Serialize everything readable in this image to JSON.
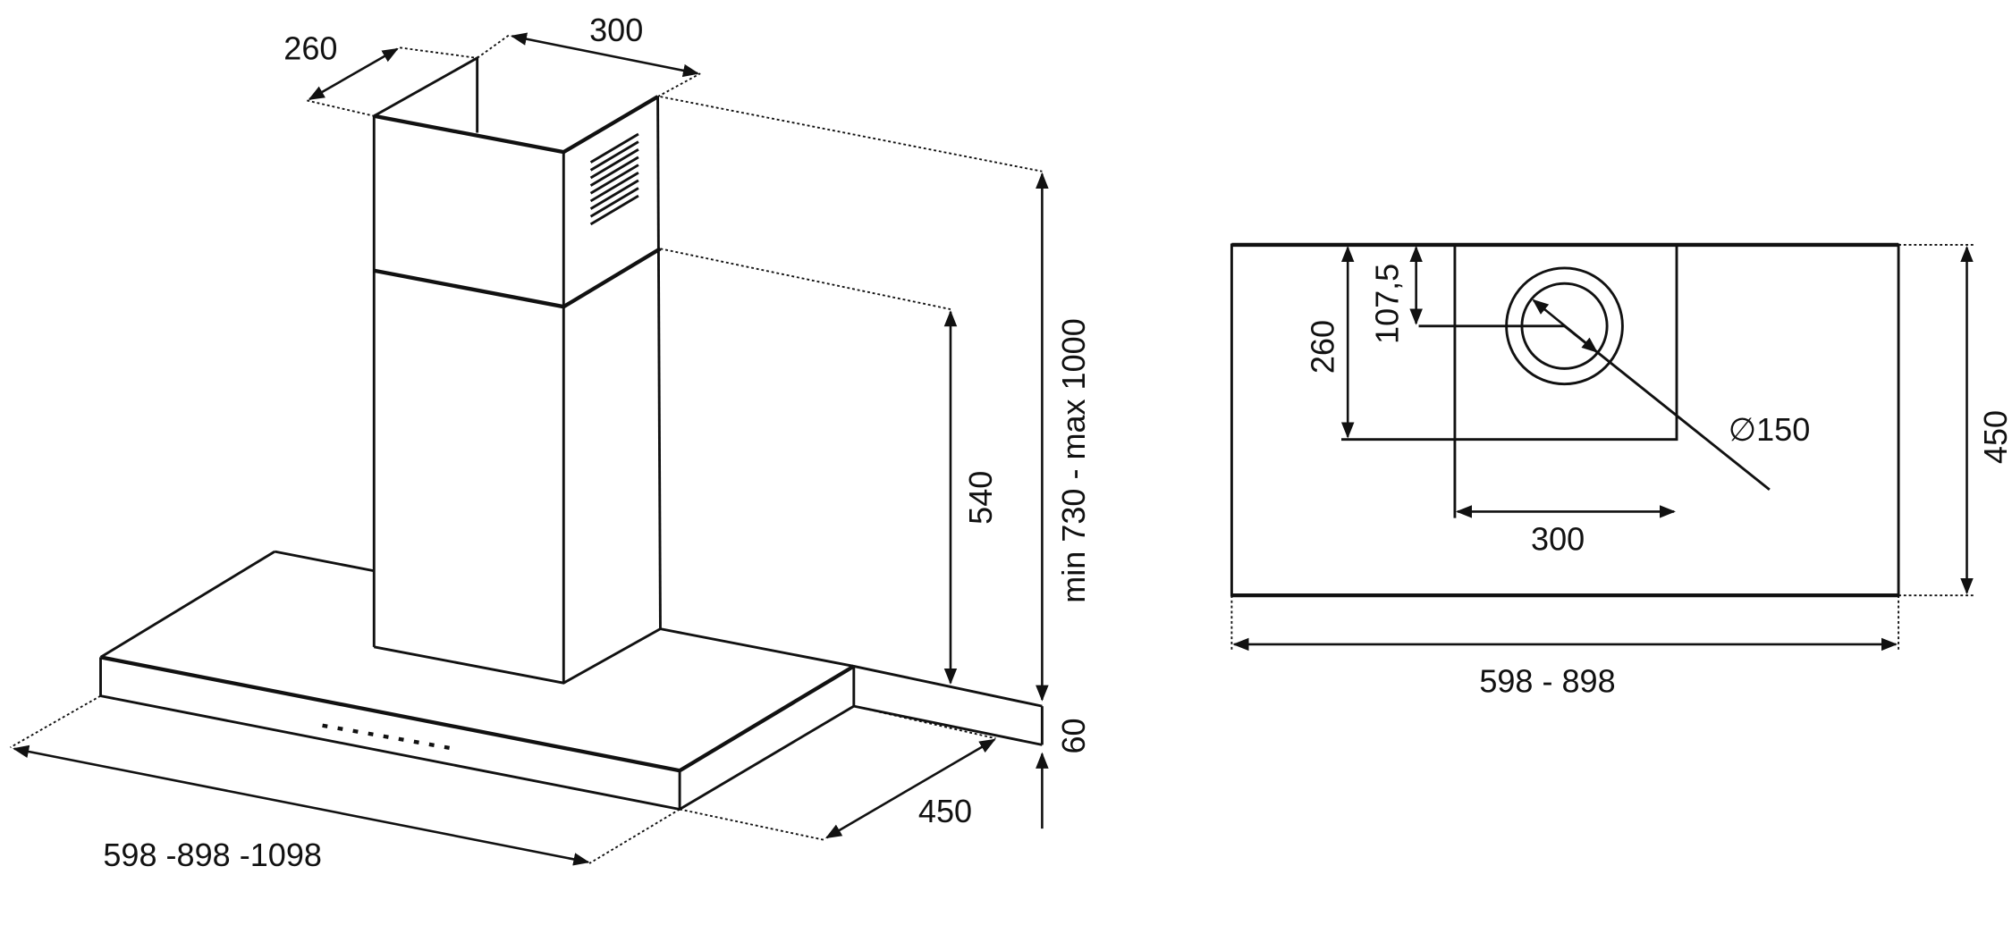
{
  "side_view": {
    "chimney_depth": "260",
    "chimney_width": "300",
    "total_height": "min 730 - max 1000",
    "lower_chimney_height": "540",
    "canopy_height": "60",
    "canopy_depth": "450",
    "canopy_width": "598 -898 -1098"
  },
  "top_view": {
    "outlet_offset": "107,5",
    "chimney_depth": "260",
    "outlet_diameter": "∅150",
    "chimney_width": "300",
    "depth": "450",
    "width": "598 - 898"
  }
}
